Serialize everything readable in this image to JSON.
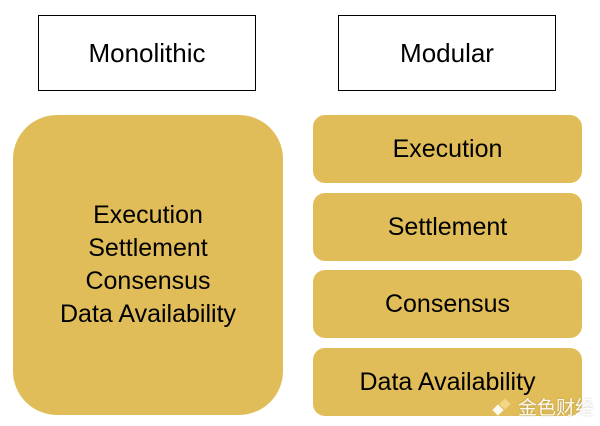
{
  "colors": {
    "block_fill": "#e0bd58",
    "header_border": "#000000",
    "background": "#ffffff"
  },
  "monolithic": {
    "header": "Monolithic",
    "lines": [
      "Execution",
      "Settlement",
      "Consensus",
      "Data Availability"
    ]
  },
  "modular": {
    "header": "Modular",
    "layers": [
      "Execution",
      "Settlement",
      "Consensus",
      "Data Availability"
    ]
  },
  "watermark": {
    "icon": "coin-logo-icon",
    "text": "金色财经"
  }
}
